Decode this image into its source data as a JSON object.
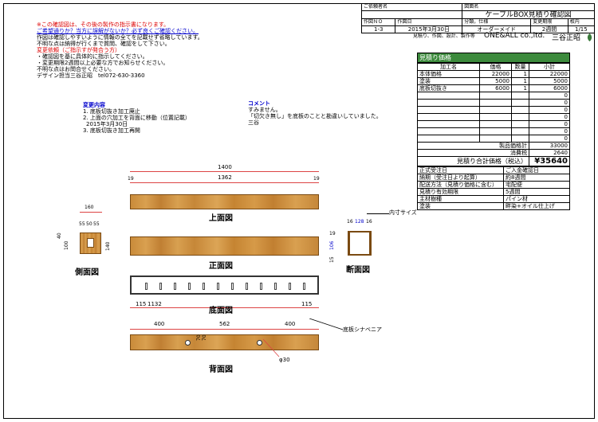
{
  "header": {
    "client_label": "ご依頼者名",
    "title_label": "図面名",
    "title": "ケーブルBOX見積り確認図",
    "drawing_no_label": "作図ＮＯ",
    "drawing_no": "1-3",
    "date_label": "作図日",
    "date": "2015年3月30日",
    "category_label": "分類，仕様",
    "category": "オーダーメイド",
    "period_label": "変更期限",
    "period": "2週間",
    "sheets_label": "枚内",
    "sheets": "1/15",
    "services": "見積り、作図、設計、製作等",
    "company": "ONE&ALL co.,ltd.",
    "person": "三谷正昭"
  },
  "notes": {
    "l1": "※この確認図は、その後の製作の指示書になります。",
    "l2": "ご希望通りか？当方に誤解がないか？必ず良くご確認ください。",
    "l3": "作図は確認しやすいように情報の全てを記載せず省略しています。",
    "l4": "不明な点は納得が行くまで質問、確認をして下さい。",
    "l5": "変更依頼（ご指示すが発合う方）",
    "l6": "・確認図を基に具体的に指示してください。",
    "l7": "・変更期限2週間以上必要な方でお知らせください。",
    "l8": "不明な点はお問合せください。",
    "l9": "デザイン担当三谷正昭　tel072-630-3360"
  },
  "changes": {
    "title": "変更内容",
    "items": [
      "1.  底板切抜き加工廃止",
      "2.  上面の穴加工を背面に移動（位置記載）",
      "2015年3月30日",
      "3.  底板切抜き加工再開"
    ]
  },
  "comment": {
    "title": "コメント",
    "lines": [
      "すみません。",
      "「切欠き無し」を底板のことと勘違いしていました。",
      "三谷"
    ]
  },
  "estimate": {
    "title": "見積り価格",
    "col_item": "加工名",
    "col_price": "価格",
    "col_qty": "数量",
    "col_sub": "小計",
    "rows": [
      {
        "item": "本体価格",
        "price": "22000",
        "qty": "1",
        "sub": "22000"
      },
      {
        "item": "塗装",
        "price": "5000",
        "qty": "1",
        "sub": "5000"
      },
      {
        "item": "底板切抜き",
        "price": "6000",
        "qty": "1",
        "sub": "6000"
      },
      {
        "item": "",
        "price": "",
        "qty": "",
        "sub": "0"
      },
      {
        "item": "",
        "price": "",
        "qty": "",
        "sub": "0"
      },
      {
        "item": "",
        "price": "",
        "qty": "",
        "sub": "0"
      },
      {
        "item": "",
        "price": "",
        "qty": "",
        "sub": "0"
      },
      {
        "item": "",
        "price": "",
        "qty": "",
        "sub": "0"
      },
      {
        "item": "",
        "price": "",
        "qty": "",
        "sub": "0"
      },
      {
        "item": "",
        "price": "",
        "qty": "",
        "sub": "0"
      }
    ],
    "product_total_label": "製品価格計",
    "product_total": "33000",
    "tax_label": "消費税",
    "tax": "2640",
    "grand_label": "見積り合計価格（税込）",
    "grand": "¥35640"
  },
  "terms": [
    {
      "k": "正式受注日",
      "v": "ご入金確認日"
    },
    {
      "k": "納期（受注日より起算）",
      "v": "約8週間"
    },
    {
      "k": "配送方法（見積り価格に含む）",
      "v": "宅配便"
    },
    {
      "k": "見積り有効期限",
      "v": "5週間"
    },
    {
      "k": "主材樹種",
      "v": "パイン材"
    },
    {
      "k": "塗装",
      "v": "畔染+オイル仕上げ"
    }
  ],
  "drawing": {
    "dim_1400": "1400",
    "dim_1362": "1362",
    "dim_19a": "19",
    "dim_19b": "19",
    "top_view": "上面図",
    "front_view": "正面図",
    "bottom_view": "底面図",
    "back_view": "背面図",
    "side_view": "側面図",
    "section_view": "断面図",
    "inner_size": "内寸サイズ",
    "plywood": "底板シナベニア",
    "d160": "160",
    "d55": "55",
    "d50": "50",
    "d55b": "55",
    "d40": "40",
    "d100": "100",
    "d140": "140",
    "s16a": "16",
    "s128": "128",
    "s16b": "16",
    "s106": "106",
    "s15": "15",
    "s19": "19",
    "b115a": "115",
    "b1132": "1132",
    "b115b": "115",
    "r400a": "400",
    "r562": "562",
    "r400b": "400",
    "r70a": "70",
    "r70b": "70",
    "phi30": "φ30"
  }
}
